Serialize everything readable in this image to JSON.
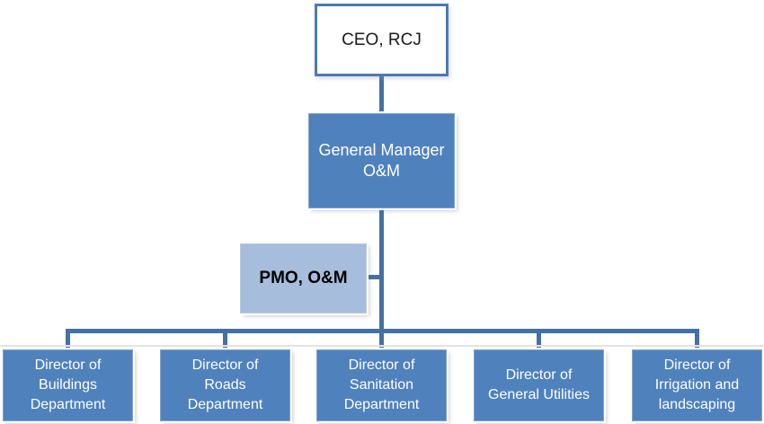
{
  "colors": {
    "node-fill": "#4f81bd",
    "node-border": "#7fa3d0",
    "node-text": "#ffffff",
    "ceo-fill": "#ffffff",
    "ceo-border": "#4a7ab5",
    "ceo-text": "#1a1a1a",
    "pmo-fill": "#a6bddb",
    "pmo-text": "#000000",
    "connector": "#4470a6"
  },
  "nodes": {
    "ceo": {
      "label": "CEO, RCJ"
    },
    "general_manager": {
      "label": "General Manager\nO&M"
    },
    "pmo": {
      "label": "PMO, O&M"
    },
    "directors": [
      {
        "label": "Director of\nBuildings\nDepartment"
      },
      {
        "label": "Director of\nRoads\nDepartment"
      },
      {
        "label": "Director of\nSanitation\nDepartment"
      },
      {
        "label": "Director of\nGeneral Utilities"
      },
      {
        "label": "Director of\nIrrigation and\nlandscaping"
      }
    ]
  }
}
